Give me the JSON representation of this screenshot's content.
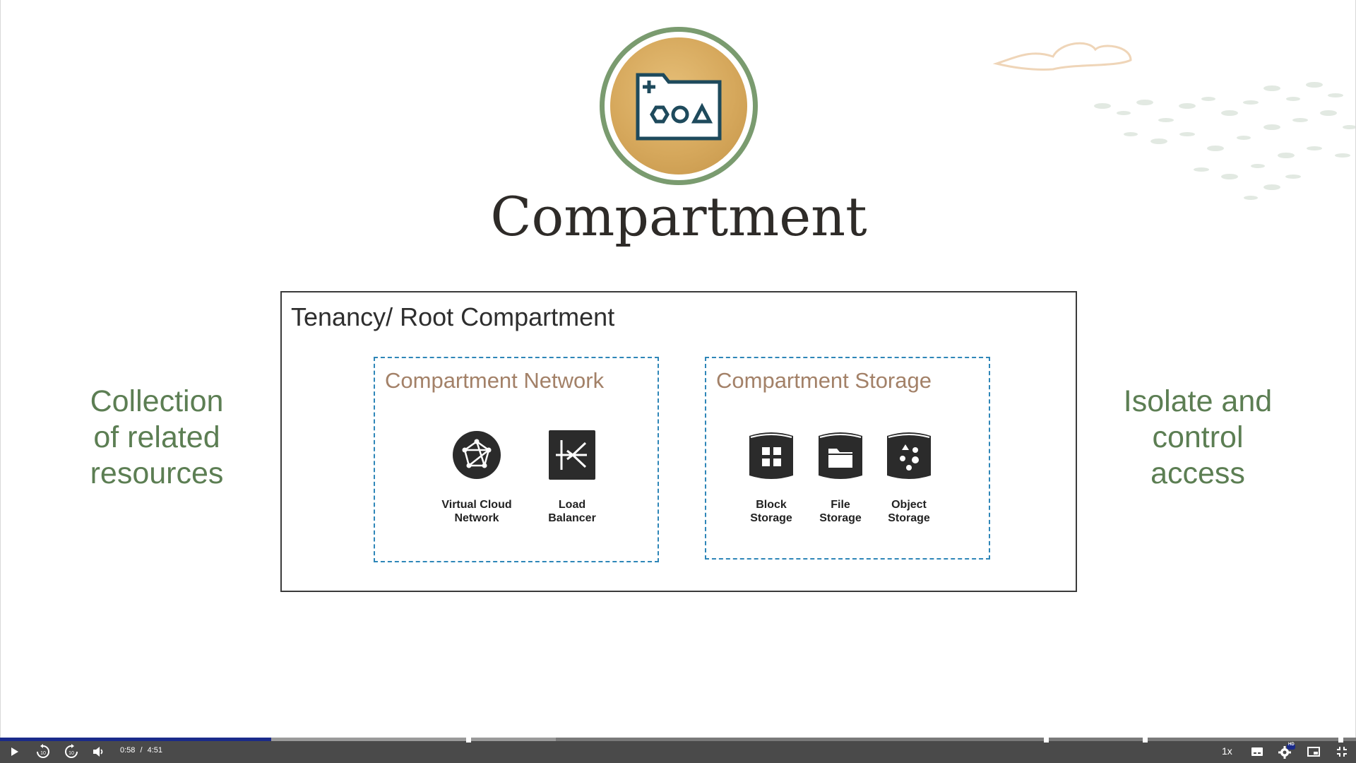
{
  "slide": {
    "title": "Compartment",
    "left_text": "Collection\nof related\nresources",
    "right_text": "Isolate and\ncontrol\naccess",
    "tenancy_label": "Tenancy/ Root Compartment",
    "compartments": [
      {
        "label": "Compartment Network",
        "resources": [
          {
            "label": "Virtual Cloud\nNetwork",
            "icon": "vcn-icon"
          },
          {
            "label": "Load\nBalancer",
            "icon": "load-balancer-icon"
          }
        ]
      },
      {
        "label": "Compartment Storage",
        "resources": [
          {
            "label": "Block\nStorage",
            "icon": "block-storage-icon"
          },
          {
            "label": "File\nStorage",
            "icon": "file-storage-icon"
          },
          {
            "label": "Object\nStorage",
            "icon": "object-storage-icon"
          }
        ]
      }
    ],
    "colors": {
      "accent_green": "#5c7e53",
      "compartment_label": "#a38168",
      "dashed_border": "#2e86b8"
    }
  },
  "player": {
    "current_time": "0:58",
    "separator": "/",
    "duration": "4:51",
    "speed": "1x",
    "progress_fraction": 0.2,
    "buffered_fraction": 0.41,
    "controls": [
      "play-icon",
      "rewind-10-icon",
      "forward-10-icon",
      "volume-icon",
      "captions-icon",
      "settings-icon",
      "pip-icon",
      "exit-fullscreen-icon"
    ],
    "hd_badge": "HD"
  }
}
